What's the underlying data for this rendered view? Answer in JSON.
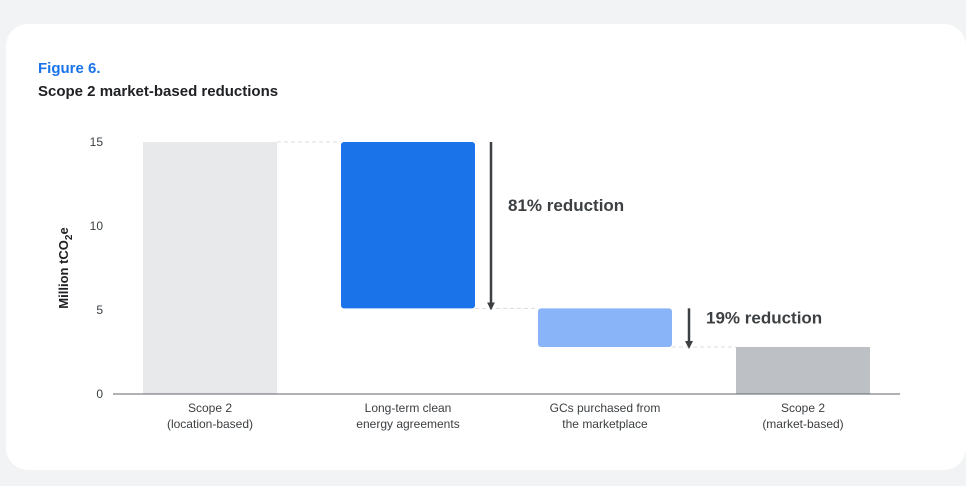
{
  "figure": {
    "label": "Figure 6.",
    "title": "Scope 2 market-based reductions"
  },
  "chart_data": {
    "type": "bar",
    "subtype": "waterfall",
    "title": "Scope 2 market-based reductions",
    "ylabel": "Million tCO2e",
    "xlabel": "",
    "ylim": [
      0,
      15
    ],
    "yticks": [
      0,
      5,
      10,
      15
    ],
    "categories": [
      "Scope 2\n(location-based)",
      "Long-term clean\nenergy agreements",
      "GCs purchased from\nthe marketplace",
      "Scope 2\n(market-based)"
    ],
    "bars": [
      {
        "category": 0,
        "start": 0,
        "end": 15.0,
        "color": "#e8e9eb"
      },
      {
        "category": 1,
        "start": 5.1,
        "end": 15.0,
        "color": "#1a73e8"
      },
      {
        "category": 2,
        "start": 2.8,
        "end": 5.1,
        "color": "#8ab4f8"
      },
      {
        "category": 3,
        "start": 0,
        "end": 2.8,
        "color": "#bdc1c6"
      }
    ],
    "annotations": [
      {
        "text": "81% reduction",
        "from": 15.0,
        "to": 5.1
      },
      {
        "text": "19% reduction",
        "from": 5.1,
        "to": 2.8
      }
    ],
    "grid": false,
    "legend": "none"
  }
}
